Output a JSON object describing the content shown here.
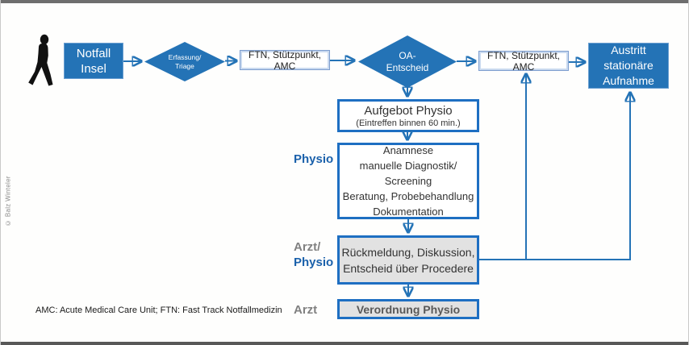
{
  "frame": {
    "credit": "© Balz Winteler",
    "footnote": "AMC: Acute Medical Care Unit; FTN: Fast Track Notfallmedizin"
  },
  "colors": {
    "node_blue": "#2473b6",
    "border_blue": "#1e6fc2",
    "light_border_blue": "#7e9ecf",
    "gray_fill": "#e2e2e2",
    "label_gray": "#808080",
    "label_blue": "#1b61ab"
  },
  "nodes": {
    "notfall": {
      "label": "Notfall\nInsel"
    },
    "triage": {
      "label": "Erfassung/\nTriage"
    },
    "ftn1": {
      "label": "FTN, Stützpunkt, AMC"
    },
    "oa": {
      "label": "OA-\nEntscheid"
    },
    "ftn2": {
      "label": "FTN, Stützpunkt, AMC"
    },
    "austritt": {
      "label": "Austritt\nstationäre\nAufnahme"
    },
    "aufgebot": {
      "title": "Aufgebot Physio",
      "subtitle": "(Eintreffen binnen 60 min.)"
    },
    "anamnese": {
      "label": "Anamnese\nmanuelle Diagnostik/\nScreening\nBeratung, Probebehandlung\nDokumentation"
    },
    "rueckmeldung": {
      "label": "Rückmeldung, Diskussion,\nEntscheid über Procedere"
    },
    "verordnung": {
      "label": "Verordnung Physio"
    }
  },
  "row_labels": {
    "physio": "Physio",
    "arzt_physio_line1": "Arzt/",
    "arzt_physio_line2": "Physio",
    "arzt": "Arzt"
  }
}
